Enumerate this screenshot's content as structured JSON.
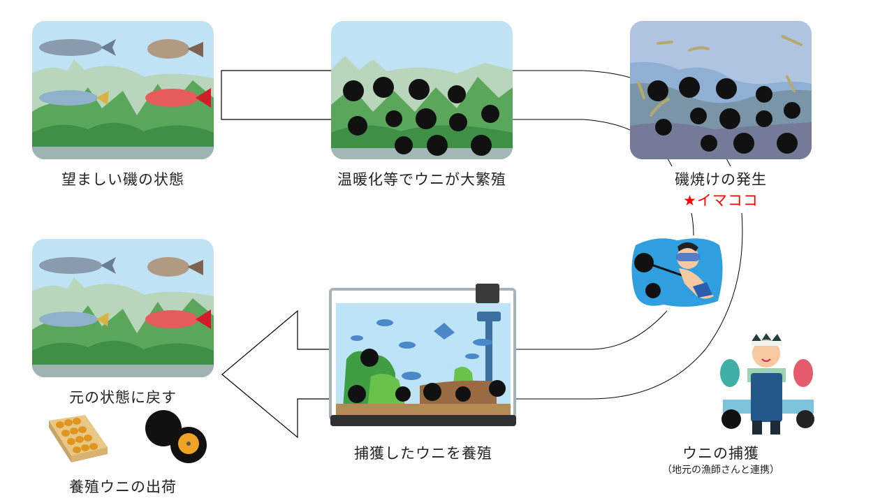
{
  "diagram": {
    "nodes": [
      {
        "id": "desired",
        "label": "望ましい磯の状態",
        "illustration": "healthy-reef-with-fish"
      },
      {
        "id": "explosion",
        "label": "温暖化等でウニが大繁殖",
        "illustration": "urchins-in-seaweed"
      },
      {
        "id": "barren",
        "label": "磯焼けの発生",
        "illustration": "barren-reef-with-urchins",
        "marker": "★イマココ"
      },
      {
        "id": "restore",
        "label": "元の状態に戻す",
        "illustration": "healthy-reef-with-fish"
      },
      {
        "id": "farming",
        "label": "捕獲したウニを養殖",
        "illustration": "aquarium-with-urchins"
      },
      {
        "id": "capture",
        "label": "ウニの捕獲",
        "sublabel": "（地元の漁師さんと連携）",
        "illustration": "diver-and-fisherman"
      },
      {
        "id": "ship",
        "label": "養殖ウニの出荷",
        "illustration": "uni-box-and-urchins"
      }
    ],
    "edges": [
      {
        "from": "desired",
        "to": "explosion",
        "style": "bracket-connector"
      },
      {
        "from": "explosion",
        "to": "barren",
        "style": "curved-connector"
      },
      {
        "from": "barren",
        "to": "capture",
        "style": "curved-connector"
      },
      {
        "from": "capture",
        "to": "farming",
        "style": "curved-connector"
      },
      {
        "from": "farming",
        "to": "restore",
        "style": "block-arrow-left"
      }
    ],
    "colors": {
      "marker": "#ff0000",
      "line": "#000000",
      "text": "#222222"
    }
  }
}
